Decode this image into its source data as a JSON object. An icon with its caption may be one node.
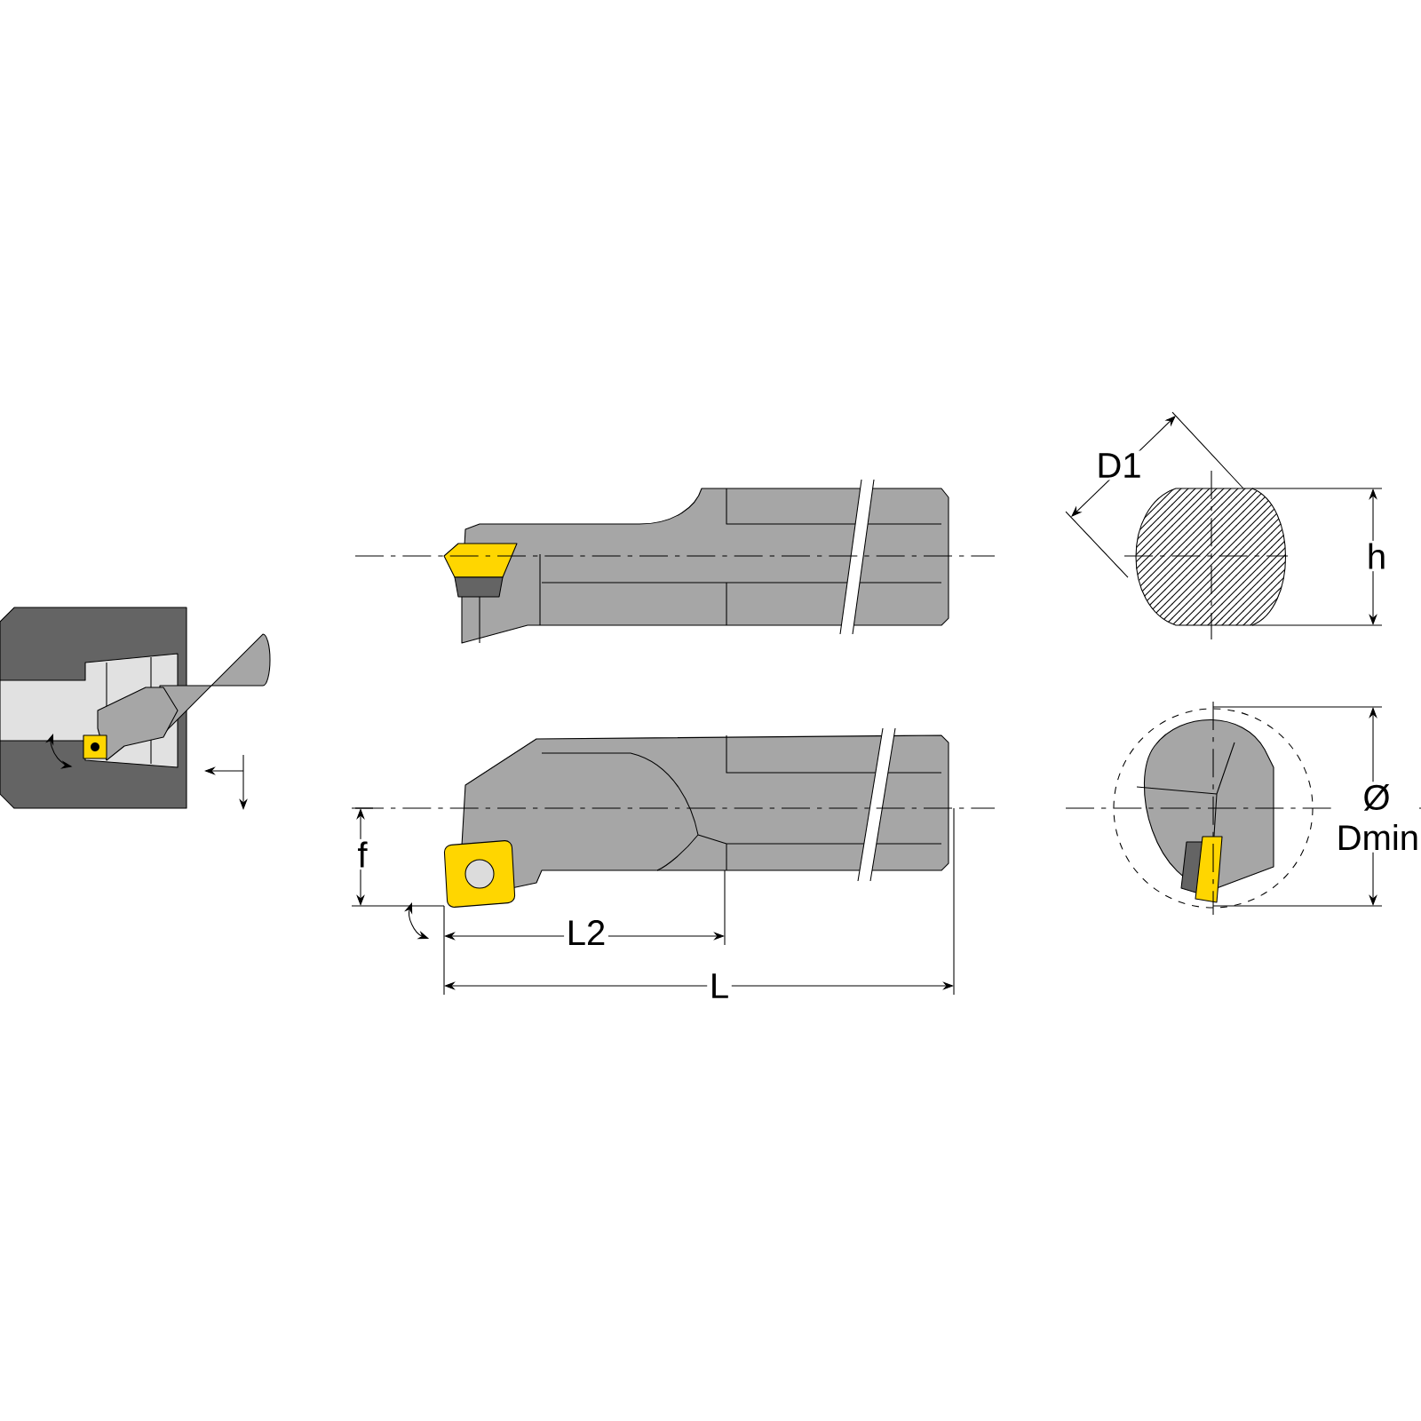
{
  "diagram": {
    "labels": [
      "D1",
      "h",
      "Ø Dmin",
      "f",
      "L2",
      "L"
    ]
  }
}
